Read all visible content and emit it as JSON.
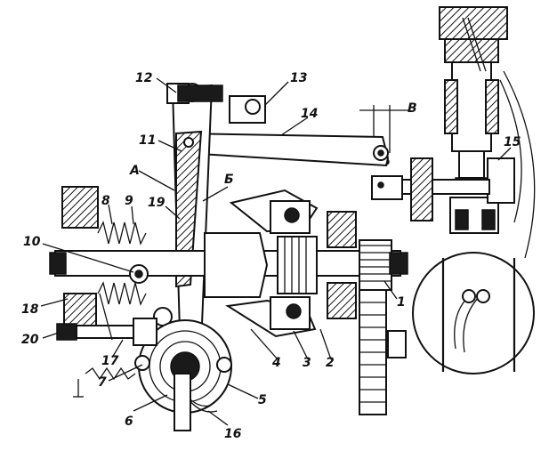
{
  "labels": {
    "n1": "1",
    "n2": "2",
    "n3": "3",
    "n4": "4",
    "n5": "5",
    "n6": "6",
    "n7": "7",
    "n8": "8",
    "n9": "9",
    "n10": "10",
    "n11": "11",
    "n12": "12",
    "n13": "13",
    "n14": "14",
    "n15": "15",
    "n16": "16",
    "n17": "17",
    "n18": "18",
    "n19": "19",
    "n20": "20",
    "A": "A",
    "B": "Б",
    "V": "В"
  },
  "colors": {
    "ink": "#111111",
    "paper": "#ffffff"
  }
}
